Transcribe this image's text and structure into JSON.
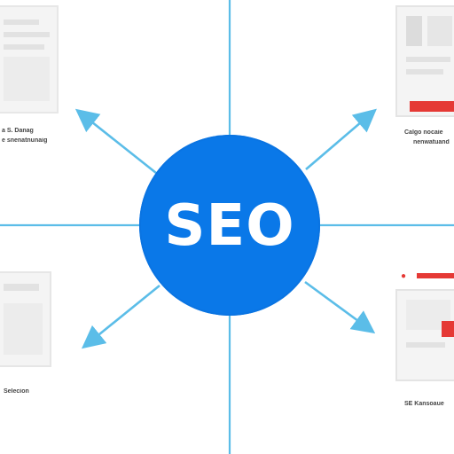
{
  "hub": {
    "label": "SEO"
  },
  "captions": {
    "top_left_line1": "a S. Danag",
    "top_left_line2": "e snenatnunaig",
    "top_right_line1": "Calgo nocaie",
    "top_right_line2": "nenwatuand",
    "bottom_left": "Selecion",
    "bottom_right": "SE Kansoaue"
  },
  "colors": {
    "hub": "#0a78e8",
    "connector": "#5bbde8",
    "accent_red": "#e53935",
    "placeholder": "#e2e2e2"
  }
}
